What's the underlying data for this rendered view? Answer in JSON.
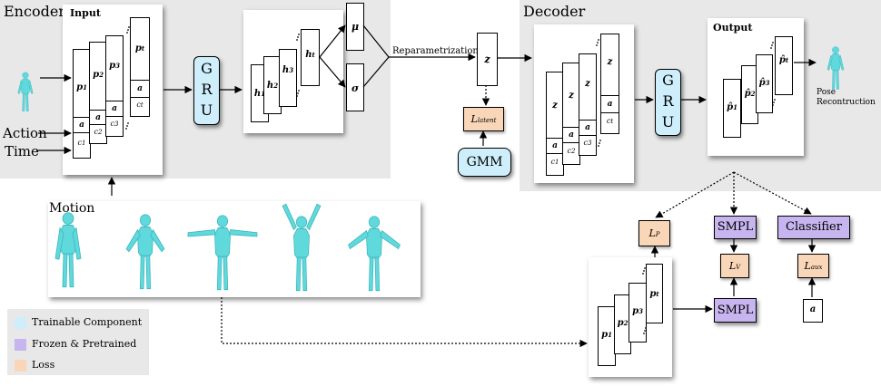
{
  "encoder": {
    "title": "Encoder",
    "panel_title": "Input",
    "gru": [
      "G",
      "R",
      "U"
    ],
    "inputs": {
      "action": "Action",
      "time": "Time"
    },
    "sym": {
      "p1": "p",
      "p2": "p",
      "p3": "p",
      "pt": "p",
      "h": "h",
      "a": "a",
      "c": "c",
      "mu": "μ",
      "sigma": "σ"
    },
    "subs": {
      "s1": "1",
      "s2": "2",
      "s3": "3",
      "st": "t"
    }
  },
  "reparam_label": "Reparametrization",
  "latent": {
    "z": "z",
    "loss": "L",
    "loss_sub": "latent",
    "gmm": "GMM"
  },
  "decoder": {
    "title": "Decoder",
    "panel_title": "Output",
    "gru": [
      "G",
      "R",
      "U"
    ],
    "z": "z",
    "phat": "p̂"
  },
  "pose_reconstruction": [
    "Pose",
    "Recontruction"
  ],
  "motion": {
    "title": "Motion",
    "figure_count": 5
  },
  "bottom": {
    "lp": "L",
    "lp_sub": "P",
    "lv": "L",
    "lv_sub": "V",
    "laux": "L",
    "laux_sub": "aux",
    "smpl_top": "SMPL",
    "smpl_bottom": "SMPL",
    "classifier": "Classifier",
    "a": "a"
  },
  "legend": [
    {
      "label": "Trainable Component",
      "color": "#cdeefa"
    },
    {
      "label": "Frozen & Pretrained",
      "color": "#c7b5ef"
    },
    {
      "label": "Loss",
      "color": "#f9d6b8"
    }
  ],
  "colors": {
    "body": "#5fd9dc",
    "body_dark": "#3fb6bd",
    "trainable": "#cdeefa",
    "frozen": "#c7b5ef",
    "loss": "#f9d6b8"
  }
}
